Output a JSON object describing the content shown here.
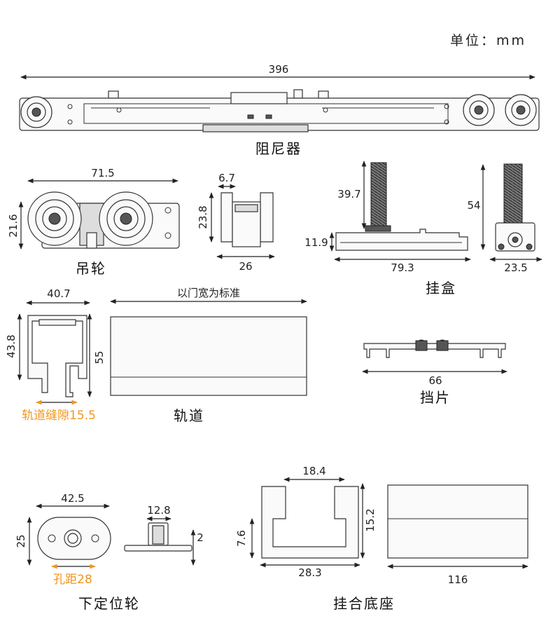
{
  "unit_label": "单位：mm",
  "damper": {
    "label": "阻尼器",
    "width": "396"
  },
  "hanging_wheel": {
    "label": "吊轮",
    "width": "71.5",
    "height": "21.6"
  },
  "wheel_side": {
    "top": "6.7",
    "height": "23.8",
    "width": "26"
  },
  "hanging_box": {
    "label": "挂盒",
    "screw_h": "39.7",
    "base_h": "11.9",
    "length": "79.3",
    "side_h": "54",
    "side_w": "23.5"
  },
  "track": {
    "label": "轨道",
    "width": "40.7",
    "height": "43.8",
    "outer_h": "55",
    "length_note": "以门宽为标准",
    "gap_label": "轨道缝隙15.5"
  },
  "stopper": {
    "label": "挡片",
    "width": "66"
  },
  "bottom_guide": {
    "label": "下定位轮",
    "width": "42.5",
    "height": "25",
    "hole_pitch": "孔距28",
    "post_w": "12.8",
    "plate_t": "2"
  },
  "hanging_base": {
    "label": "挂合底座",
    "inner_w": "18.4",
    "height": "15.2",
    "side_h": "7.6",
    "outer_w": "28.3",
    "length": "116"
  },
  "colors": {
    "accent": "#f0961e",
    "line": "#222222"
  }
}
